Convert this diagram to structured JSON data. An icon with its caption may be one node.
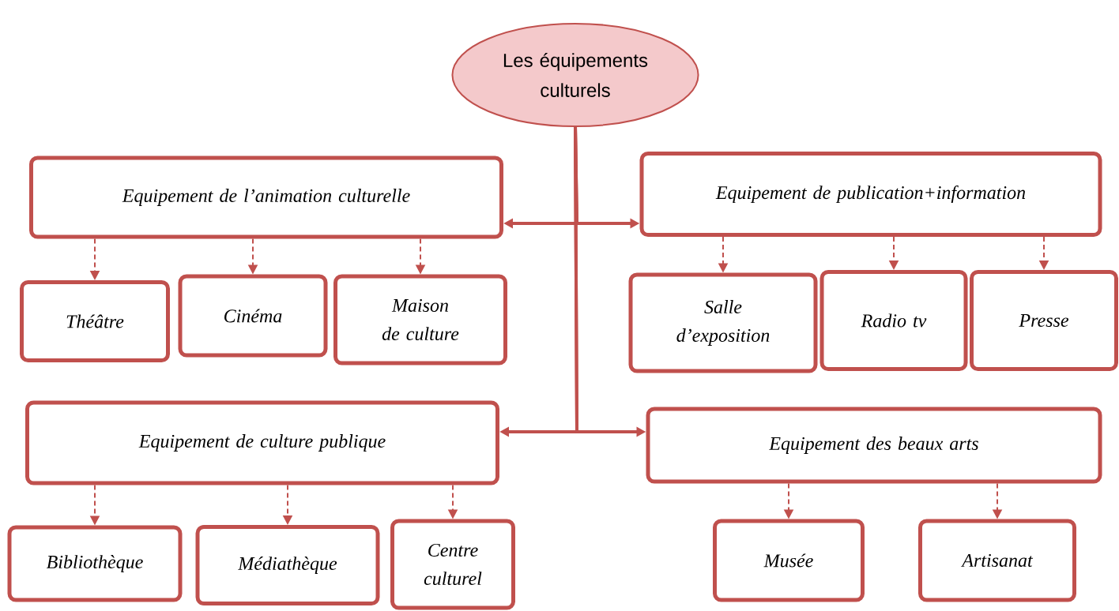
{
  "diagram": {
    "nodes": [
      {
        "text": [
          "Les équipements culturels"
        ]
      },
      {
        "text": [
          "Equipement de l’animation culturelle"
        ]
      },
      {
        "text": [
          "Equipement de publication+information"
        ]
      },
      {
        "text": [
          "Théâtre"
        ]
      },
      {
        "text": [
          "Cinéma"
        ]
      },
      {
        "text": [
          "Maison de culture"
        ]
      },
      {
        "text": [
          "Salle d’exposition"
        ]
      },
      {
        "text": [
          "Radio tv"
        ]
      },
      {
        "text": [
          "Presse"
        ]
      },
      {
        "text": [
          "Equipement de culture publique"
        ]
      },
      {
        "text": [
          "Equipement des beaux arts"
        ]
      },
      {
        "text": [
          "Bibliothèque"
        ]
      },
      {
        "text": [
          "Médiathèque"
        ]
      },
      {
        "text": [
          "Centre culturel"
        ]
      },
      {
        "text": [
          "Musée"
        ]
      },
      {
        "text": [
          "Artisanat"
        ]
      }
    ],
    "edges": [
      {
        "from": 0,
        "to": 1,
        "arrow": "to"
      },
      {
        "from": 0,
        "to": 2,
        "arrow": "to"
      },
      {
        "from": 1,
        "to": 3,
        "arrow": "to",
        "style": "dashed"
      },
      {
        "from": 1,
        "to": 4,
        "arrow": "to",
        "style": "dashed"
      },
      {
        "from": 1,
        "to": 5,
        "arrow": "to",
        "style": "dashed"
      },
      {
        "from": 2,
        "to": 6,
        "arrow": "to",
        "style": "dashed"
      },
      {
        "from": 2,
        "to": 7,
        "arrow": "to",
        "style": "dashed"
      },
      {
        "from": 2,
        "to": 8,
        "arrow": "to",
        "style": "dashed"
      },
      {
        "from": 0,
        "to": 9,
        "arrow": "to"
      },
      {
        "from": 0,
        "to": 10,
        "arrow": "to"
      },
      {
        "from": 9,
        "to": 11,
        "arrow": "to",
        "style": "dashed"
      },
      {
        "from": 9,
        "to": 12,
        "arrow": "to",
        "style": "dashed"
      },
      {
        "from": 9,
        "to": 13,
        "arrow": "to",
        "style": "dashed"
      },
      {
        "from": 10,
        "to": 14,
        "arrow": "to",
        "style": "dashed"
      },
      {
        "from": 10,
        "to": 15,
        "arrow": "to",
        "style": "dashed"
      }
    ]
  }
}
